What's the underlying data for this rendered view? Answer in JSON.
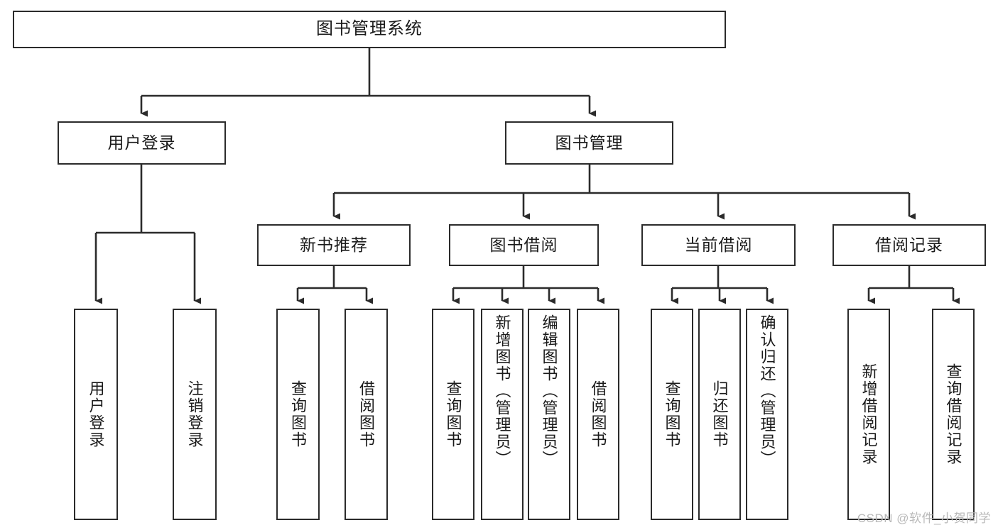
{
  "diagram": {
    "title": "图书管理系统",
    "type": "tree",
    "watermark": "CSDN @软件_小贺同学",
    "colors": {
      "box_border": "#2b2b2b",
      "box_fill": "#ffffff",
      "edge": "#2b2b2b",
      "text": "#1a1a1a",
      "watermark": "#b9b9b9"
    },
    "root": {
      "label": "图书管理系统"
    },
    "level2": [
      {
        "label": "用户登录"
      },
      {
        "label": "图书管理"
      }
    ],
    "level3": [
      {
        "label": "新书推荐"
      },
      {
        "label": "图书借阅"
      },
      {
        "label": "当前借阅"
      },
      {
        "label": "借阅记录"
      }
    ],
    "leaves": {
      "user_login": [
        {
          "label": "用户登录"
        },
        {
          "label": "注销登录"
        }
      ],
      "new_book_recommend": [
        {
          "label": "查询图书"
        },
        {
          "label": "借阅图书"
        }
      ],
      "book_borrow": [
        {
          "label": "查询图书"
        },
        {
          "label": "新增图书（管理员）"
        },
        {
          "label": "编辑图书（管理员）"
        },
        {
          "label": "借阅图书"
        }
      ],
      "current_borrow": [
        {
          "label": "查询图书"
        },
        {
          "label": "归还图书"
        },
        {
          "label": "确认归还（管理员）"
        }
      ],
      "borrow_record": [
        {
          "label": "新增借阅记录"
        },
        {
          "label": "查询借阅记录"
        }
      ]
    }
  }
}
